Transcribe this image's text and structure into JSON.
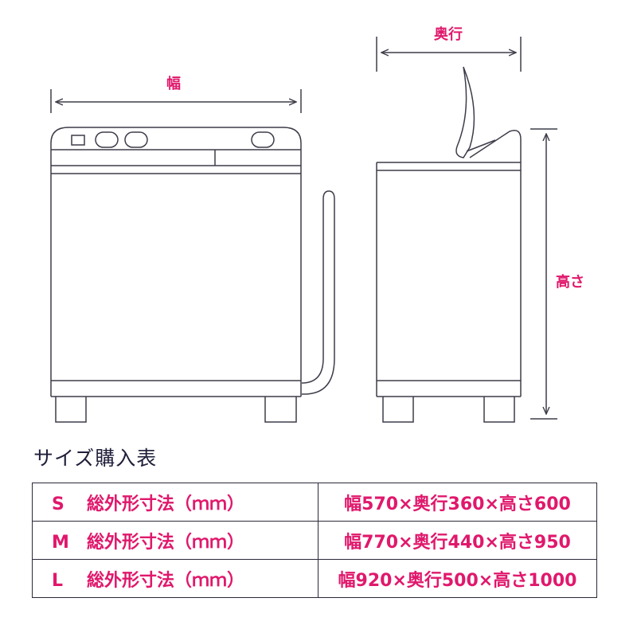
{
  "colors": {
    "accent": "#e0186c",
    "line": "#3d3d4a",
    "text_dark": "#1f1f3a"
  },
  "diagram": {
    "width_label": "幅",
    "depth_label": "奥行",
    "height_label": "高さ"
  },
  "table": {
    "heading": "サイズ購入表",
    "rows": [
      {
        "size": "S",
        "label": "総外形寸法（ｍｍ）",
        "dims": "幅570×奥行360×高さ600"
      },
      {
        "size": "M",
        "label": "総外形寸法（ｍｍ）",
        "dims": "幅770×奥行440×高さ950"
      },
      {
        "size": "L",
        "label": "総外形寸法（ｍｍ）",
        "dims": "幅920×奥行500×高さ1000"
      }
    ]
  }
}
